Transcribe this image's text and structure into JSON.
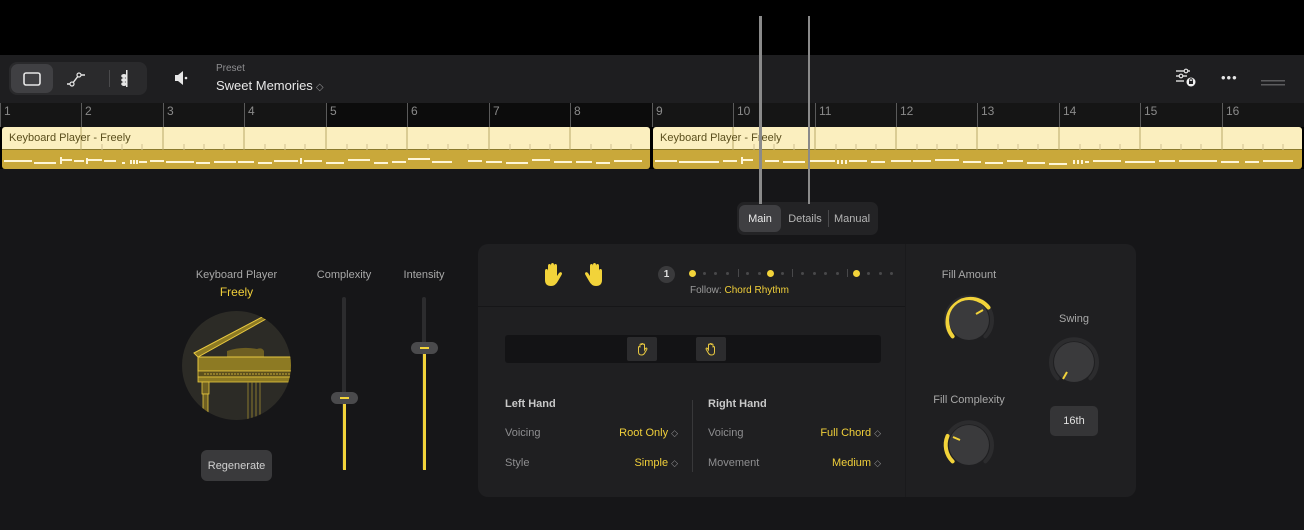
{
  "toolbar": {
    "view_buttons": [
      {
        "name": "plugin-view",
        "icon": "rectangle-icon",
        "active": true
      },
      {
        "name": "automation-view",
        "icon": "automation-curve-icon",
        "active": false
      },
      {
        "name": "score-view",
        "icon": "note-stack-icon",
        "active": false
      }
    ],
    "speaker_icon": "speaker-icon",
    "preset_label": "Preset",
    "preset_name": "Sweet Memories",
    "preset_chevron": "◇",
    "right_icons": [
      "settings-sliders-icon",
      "more-icon",
      "resize-handle-icon"
    ],
    "more_label": "•••"
  },
  "ruler": {
    "bars": [
      "1",
      "2",
      "3",
      "4",
      "5",
      "6",
      "7",
      "8",
      "9",
      "10",
      "11",
      "12",
      "13",
      "14",
      "15",
      "16"
    ]
  },
  "regions": [
    {
      "title": "Keyboard Player - Freely"
    },
    {
      "title": "Keyboard Player - Freely"
    }
  ],
  "tabs": [
    {
      "label": "Main",
      "active": true
    },
    {
      "label": "Details",
      "active": false
    },
    {
      "label": "Manual",
      "active": false
    }
  ],
  "player": {
    "label": "Keyboard Player",
    "style": "Freely",
    "regenerate_label": "Regenerate"
  },
  "sliders": [
    {
      "label": "Complexity",
      "value_pct": 43
    },
    {
      "label": "Intensity",
      "value_pct": 73
    }
  ],
  "pattern": {
    "badge": "1",
    "follow_label": "Follow:",
    "follow_value": "Chord Rhythm",
    "steps": [
      1,
      0,
      0,
      0,
      "|",
      0,
      0,
      1,
      0,
      "|",
      0,
      0,
      0,
      0,
      "|",
      1,
      0,
      0,
      0
    ]
  },
  "hands": {
    "left": {
      "title": "Left Hand",
      "rows": [
        {
          "label": "Voicing",
          "value": "Root Only"
        },
        {
          "label": "Style",
          "value": "Simple"
        }
      ]
    },
    "right": {
      "title": "Right Hand",
      "rows": [
        {
          "label": "Voicing",
          "value": "Full Chord"
        },
        {
          "label": "Movement",
          "value": "Medium"
        }
      ]
    },
    "chevron": "◇"
  },
  "knobs": [
    {
      "label": "Fill Amount",
      "value_pct": 68
    },
    {
      "label": "Fill Complexity",
      "value_pct": 22
    },
    {
      "label": "Swing",
      "value_pct": 8
    }
  ],
  "swing": {
    "resolution": "16th"
  },
  "colors": {
    "accent": "#f2d33a",
    "region_light": "#fbefbf",
    "region_dark": "#c9a83a",
    "panel": "#1f1f21",
    "background": "#161618"
  }
}
